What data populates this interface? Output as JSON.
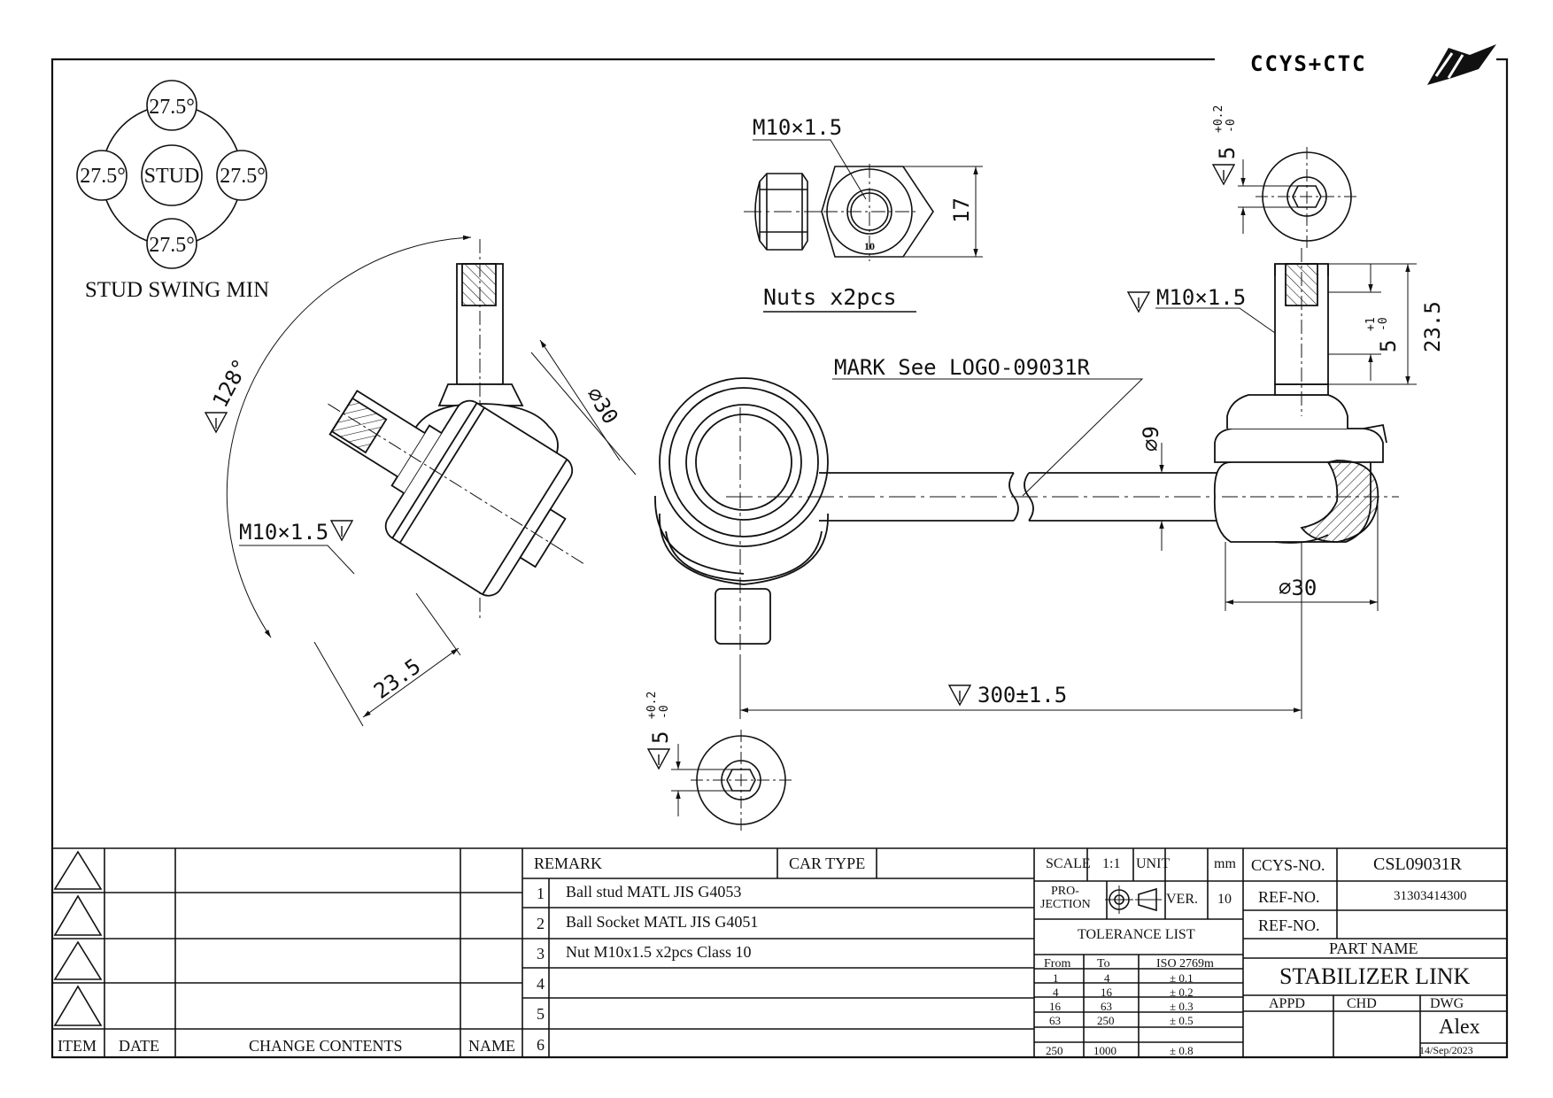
{
  "logo": {
    "text": "CCYS+CTC"
  },
  "swing": {
    "angles": [
      "27.5°",
      "27.5°",
      "27.5°",
      "27.5°"
    ],
    "center": "STUD",
    "caption": "STUD SWING MIN"
  },
  "dims": {
    "nut_thread": "M10×1.5",
    "nut_size": "17",
    "nut_class": "10",
    "nuts_label": "Nuts x2pcs",
    "top_hole": "5",
    "top_hole_tol_up": "+0.2",
    "top_hole_tol_dn": "-0",
    "right_thread": "M10×1.5",
    "right_len": "23.5",
    "right_hole": "5",
    "right_hole_tol_up": "+1",
    "right_hole_tol_dn": "-0",
    "mark": "MARK See LOGO-09031R",
    "bar_dia": "⌀9",
    "right_ball_dia": "⌀30",
    "left_ball_dia": "⌀30",
    "angle": "128°",
    "left_thread": "M10×1.5",
    "left_len": "23.5",
    "center_dist": "300±1.5",
    "bottom_hole": "5",
    "bottom_hole_tol_up": "+0.2",
    "bottom_hole_tol_dn": "-0"
  },
  "revision_table": {
    "headers": [
      "ITEM",
      "DATE",
      "CHANGE CONTENTS",
      "NAME"
    ]
  },
  "remarks": {
    "header": "REMARK",
    "car_type_label": "CAR TYPE",
    "car_type_value": "",
    "items": [
      {
        "no": "1",
        "text": "Ball stud MATL JIS G4053"
      },
      {
        "no": "2",
        "text": "Ball Socket MATL JIS G4051"
      },
      {
        "no": "3",
        "text": "Nut M10x1.5 x2pcs Class 10"
      },
      {
        "no": "4",
        "text": ""
      },
      {
        "no": "5",
        "text": ""
      },
      {
        "no": "6",
        "text": ""
      }
    ]
  },
  "info": {
    "scale_label": "SCALE",
    "scale_value": "1:1",
    "unit_label": "UNIT",
    "unit_value": "mm",
    "projection_label_1": "PRO-",
    "projection_label_2": "JECTION",
    "ver_label": "VER.",
    "ver_value": "10",
    "tolerance_title": "TOLERANCE LIST",
    "tolerance_headers": [
      "From",
      "To",
      "ISO 2769m"
    ],
    "tolerance_rows": [
      [
        "1",
        "4",
        "± 0.1"
      ],
      [
        "4",
        "16",
        "± 0.2"
      ],
      [
        "16",
        "63",
        "± 0.3"
      ],
      [
        "63",
        "250",
        "± 0.5"
      ],
      [
        "250",
        "1000",
        "± 0.8"
      ]
    ]
  },
  "part": {
    "ccys_label": "CCYS-NO.",
    "ccys_no": "CSL09031R",
    "ref_label_1": "REF-NO.",
    "ref_no_1": "31303414300",
    "ref_label_2": "REF-NO.",
    "ref_no_2": "",
    "part_name_label": "PART NAME",
    "part_name": "STABILIZER LINK",
    "appd_label": "APPD",
    "chd_label": "CHD",
    "dwg_label": "DWG",
    "appd": "",
    "chd": "",
    "dwg": "Alex",
    "date": "14/Sep/2023"
  }
}
